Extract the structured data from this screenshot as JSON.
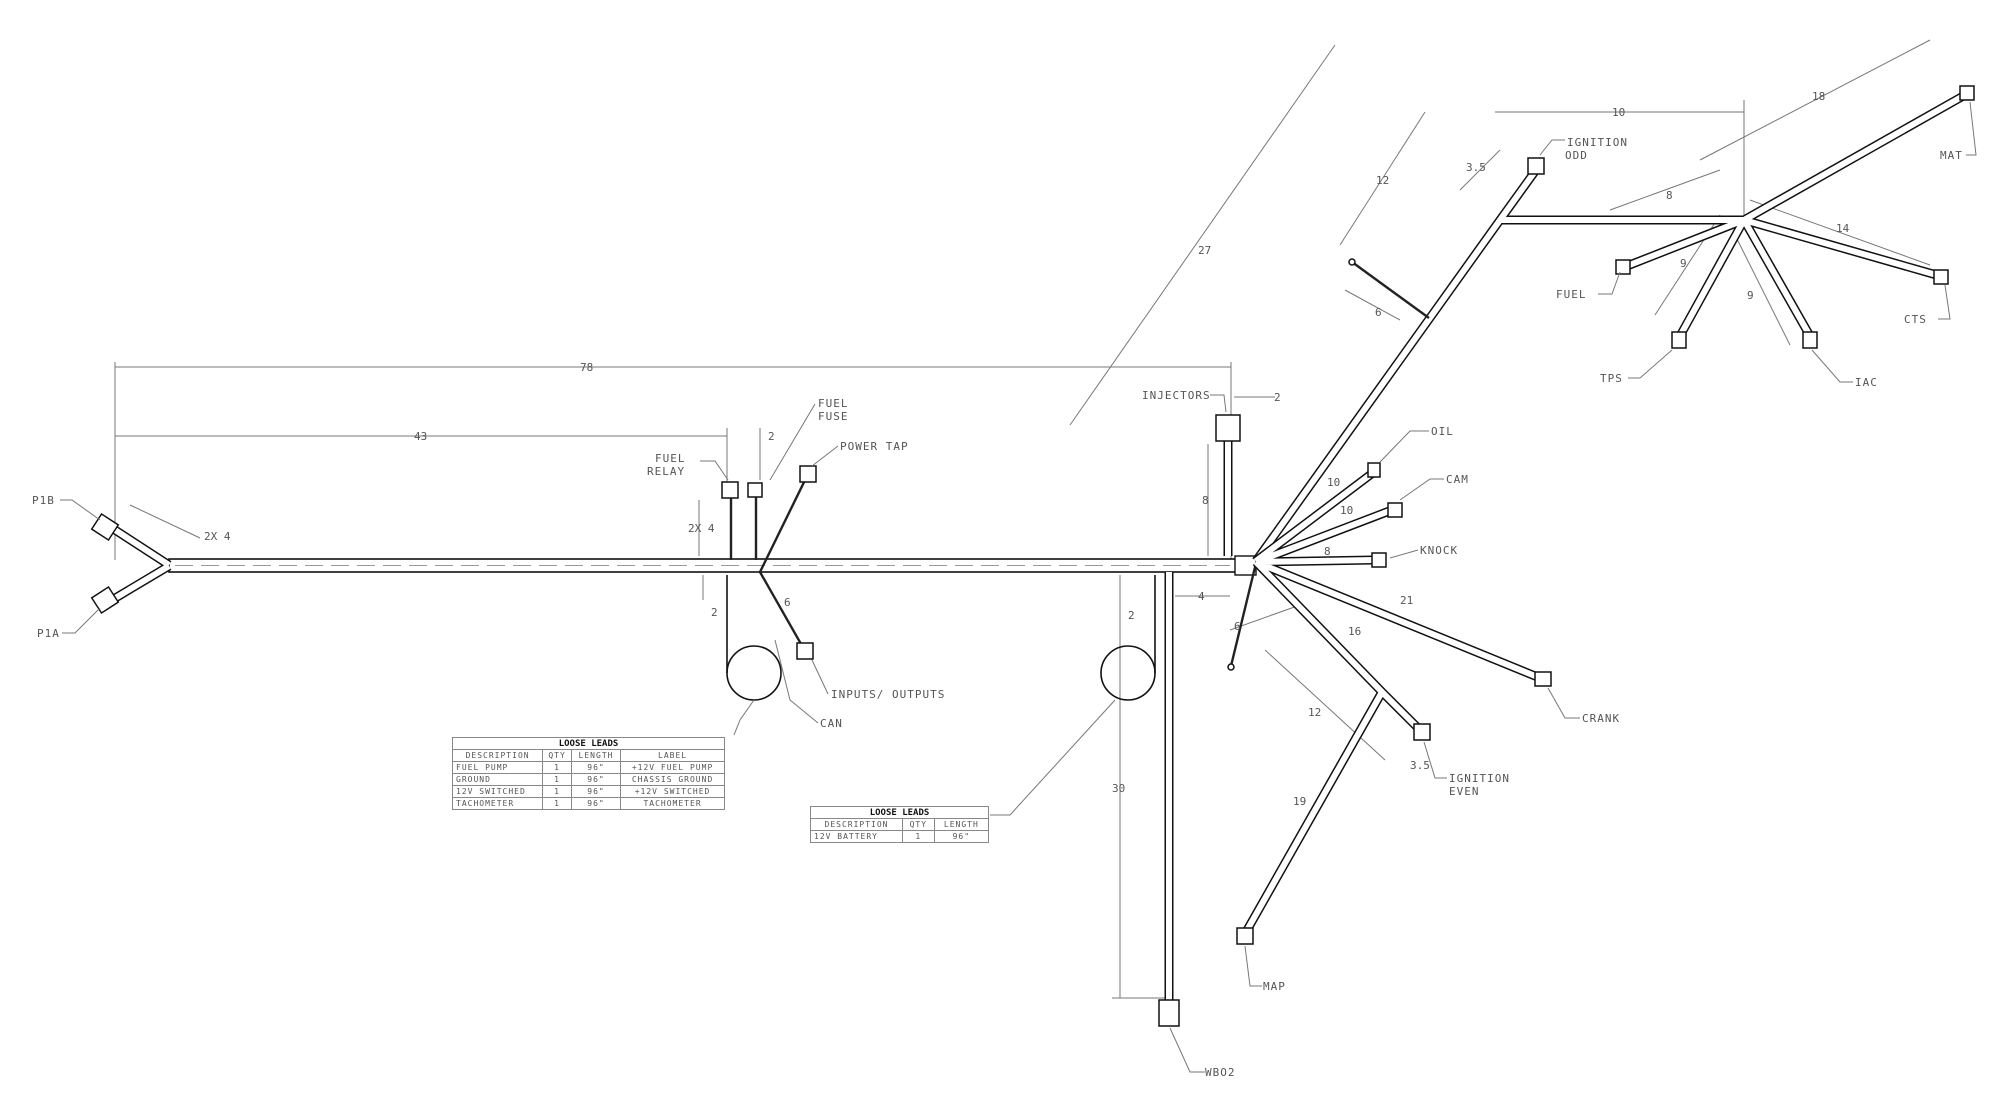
{
  "connectors": {
    "p1b": "P1B",
    "p1a": "P1A",
    "fuel_relay": [
      "FUEL",
      "RELAY"
    ],
    "fuel_fuse": [
      "FUEL",
      "FUSE"
    ],
    "power_tap": "POWER TAP",
    "inputs_outputs": "INPUTS/ OUTPUTS",
    "can": "CAN",
    "injectors": "INJECTORS",
    "ignition_odd": [
      "IGNITION",
      "ODD"
    ],
    "oil": "OIL",
    "cam": "CAM",
    "knock": "KNOCK",
    "crank": "CRANK",
    "ignition_even": [
      "IGNITION",
      "EVEN"
    ],
    "map": "MAP",
    "wbo2": "WBO2",
    "fuel": "FUEL",
    "tps": "TPS",
    "iac": "IAC",
    "cts": "CTS",
    "mat": "MAT"
  },
  "dimensions": {
    "overall": "78",
    "to_relay": "43",
    "p1_breakout": "2X 4",
    "relay_fuse_spacing": "2",
    "relay_drop": "2X 4",
    "loop_offset": "2",
    "io_branch": "6",
    "injectors_len": "8",
    "injectors_offset": "2",
    "wbo2_offset": "4",
    "loop2_offset": "2",
    "wbo2_len": "30",
    "upper_trunk": "27",
    "upper_stub_pos": "12",
    "ign_odd_len": "3.5",
    "hub_offset": "10",
    "mat_len": "18",
    "fuel_len": "8",
    "cts_len": "14",
    "tps_len": "9",
    "iac_len": "9",
    "upper_stub_len": "6",
    "oil_len": "10",
    "cam_len": "10",
    "knock_len": "8",
    "crank_len": "21",
    "lower_branch": "16",
    "lower_stub_len": "6",
    "ign_even_pos": "12",
    "ign_even_len": "3.5",
    "map_len": "19"
  },
  "loose_leads_1": {
    "title": "LOOSE LEADS",
    "headers": [
      "DESCRIPTION",
      "QTY",
      "LENGTH",
      "LABEL"
    ],
    "rows": [
      [
        "FUEL PUMP",
        "1",
        "96\"",
        "+12V FUEL PUMP"
      ],
      [
        "GROUND",
        "1",
        "96\"",
        "CHASSIS GROUND"
      ],
      [
        "12V SWITCHED",
        "1",
        "96\"",
        "+12V SWITCHED"
      ],
      [
        "TACHOMETER",
        "1",
        "96\"",
        "TACHOMETER"
      ]
    ]
  },
  "loose_leads_2": {
    "title": "LOOSE LEADS",
    "headers": [
      "DESCRIPTION",
      "QTY",
      "LENGTH"
    ],
    "rows": [
      [
        "12V BATTERY",
        "1",
        "96\""
      ]
    ]
  }
}
